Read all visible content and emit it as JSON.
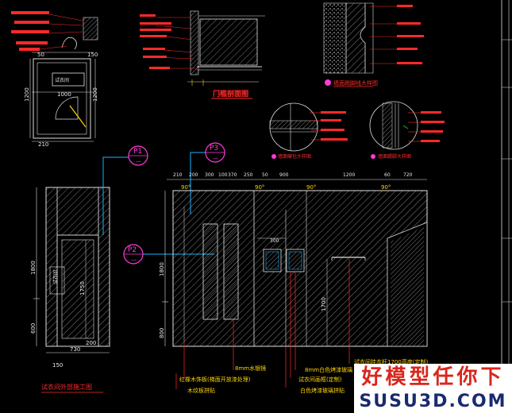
{
  "plan_detail": {
    "dim_top": [
      "50",
      "150"
    ],
    "dim_mid": "1000",
    "dim_side_left": "1200",
    "dim_side_right": "1200",
    "dim_bottom": "210",
    "room_label": "试衣间"
  },
  "door_section": {
    "caption": "门槛剖面图"
  },
  "detail_callout": {
    "caption": "墙面踢脚线大样图"
  },
  "small_details": {
    "left_caption": "墙面硬包大样图",
    "right_caption": "墙面踢脚大样图"
  },
  "markers": {
    "p1": "P1",
    "p2": "P2",
    "p3": "P3"
  },
  "left_elevation": {
    "dim_left_tall": "1800",
    "dim_left_bottom": "600",
    "dim_inner": "1750",
    "dim_bottom": "200",
    "dim_width": "730",
    "dim_below": "150",
    "sign": "试衣间",
    "caption": "试衣间外部施工图"
  },
  "main_elevation": {
    "top_dims": [
      "210",
      "200",
      "300",
      "100",
      "370",
      "250",
      "50",
      "900",
      "1200",
      "60",
      "720"
    ],
    "angles": [
      "90°",
      "90°",
      "90°",
      "90°"
    ],
    "dim_left_tall": "1800",
    "dim_left_bottom": "800",
    "dim_center": "1700",
    "dim_small": "300",
    "callouts": [
      "8mm水银镜",
      "红橡木饰板(梯面开放漆处理)",
      "木纹板拼贴",
      "8mm白色烤漆玻璃",
      "试衣间画框(定制)",
      "白色烤漆玻璃拼贴",
      "试衣间挂衣杆1700高度(定制)"
    ]
  },
  "watermark": {
    "chinese": "好模型任你下",
    "site": "SUSU3D.COM"
  }
}
